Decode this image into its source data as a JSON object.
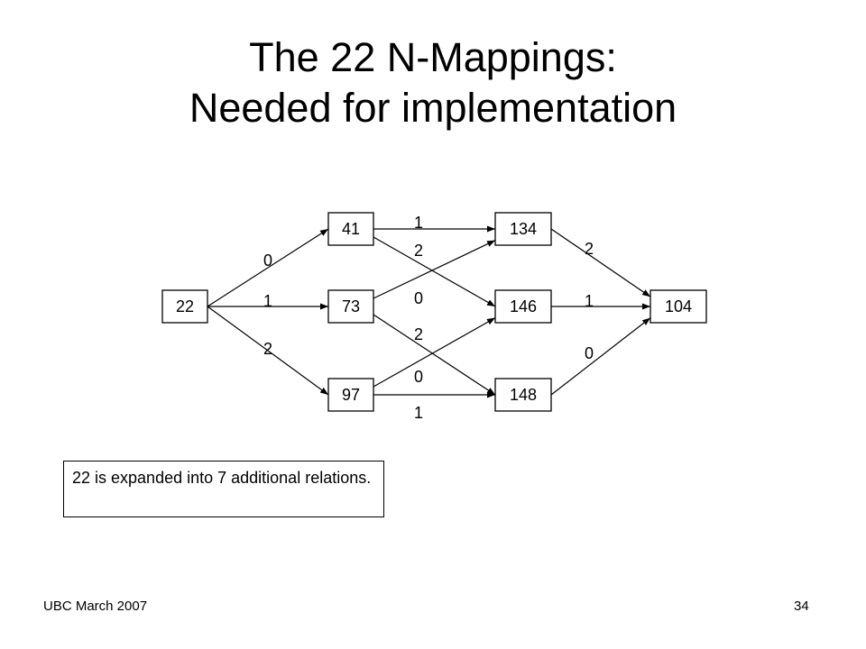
{
  "title": {
    "line1": "The 22 N-Mappings:",
    "line2": "Needed for implementation"
  },
  "diagram": {
    "nodes": [
      {
        "id": "n22",
        "label": "22"
      },
      {
        "id": "n41",
        "label": "41"
      },
      {
        "id": "n73",
        "label": "73"
      },
      {
        "id": "n97",
        "label": "97"
      },
      {
        "id": "n134",
        "label": "134"
      },
      {
        "id": "n146",
        "label": "146"
      },
      {
        "id": "n148",
        "label": "148"
      },
      {
        "id": "n104",
        "label": "104"
      }
    ],
    "edges": [
      {
        "from": "n22",
        "to": "n41",
        "label": "0"
      },
      {
        "from": "n22",
        "to": "n73",
        "label": "1"
      },
      {
        "from": "n22",
        "to": "n97",
        "label": "2"
      },
      {
        "from": "n41",
        "to": "n134",
        "label": "1"
      },
      {
        "from": "n41",
        "to": "n146",
        "label": "2"
      },
      {
        "from": "n73",
        "to": "n134",
        "label": "0"
      },
      {
        "from": "n73",
        "to": "n148",
        "label": "2"
      },
      {
        "from": "n97",
        "to": "n146",
        "label": "0"
      },
      {
        "from": "n97",
        "to": "n148",
        "label": "1"
      },
      {
        "from": "n134",
        "to": "n104",
        "label": "2"
      },
      {
        "from": "n146",
        "to": "n104",
        "label": "1"
      },
      {
        "from": "n148",
        "to": "n104",
        "label": "0"
      }
    ]
  },
  "note": {
    "text": "22 is expanded into 7 additional relations."
  },
  "footer": {
    "left": "UBC March 2007",
    "page_number": "34"
  }
}
